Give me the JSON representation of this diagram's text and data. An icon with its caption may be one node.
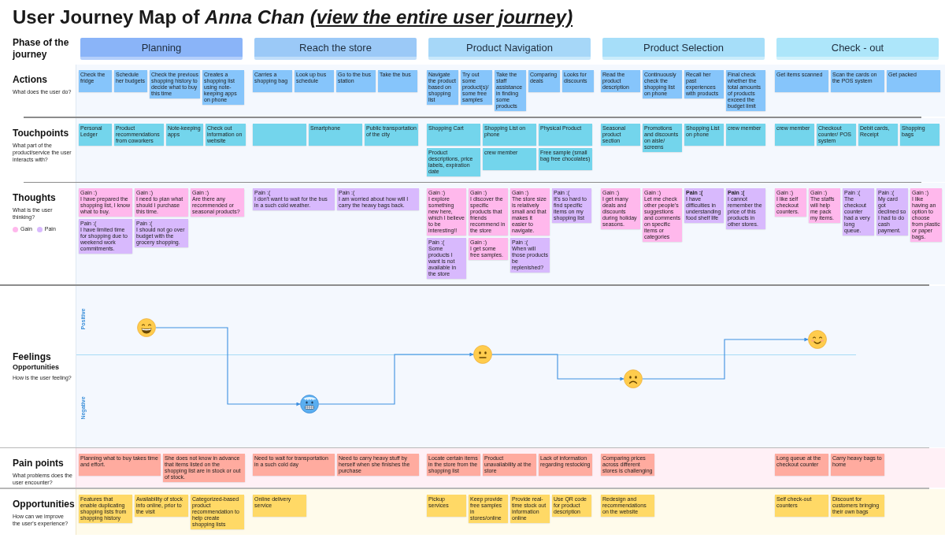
{
  "diagram": {
    "title": "User Journey Map of *Anna Chan*",
    "nodes": [
      {
        "text": [
          "Planning"
        ]
      },
      {
        "text": [
          "Reach the store"
        ]
      },
      {
        "text": [
          "Product Navigation"
        ]
      },
      {
        "text": [
          "Product Selection"
        ]
      },
      {
        "text": [
          "Check - out"
        ]
      },
      {
        "text": [
          "Check the fridge"
        ]
      },
      {
        "text": [
          "Schedule her budgets"
        ]
      },
      {
        "text": [
          "Check the previous shopping history to decide what to buy this time"
        ]
      },
      {
        "text": [
          "Creates a shopping list using note-keeping apps on phone"
        ]
      },
      {
        "text": [
          "Carries a shopping bag"
        ]
      },
      {
        "text": [
          "Look up bus schedule"
        ]
      },
      {
        "text": [
          "Go to the bus station"
        ]
      },
      {
        "text": [
          "Take the bus"
        ]
      },
      {
        "text": [
          "Navigate the product based on shopping list"
        ]
      },
      {
        "text": [
          "Try out some product(s)/ some free samples"
        ]
      },
      {
        "text": [
          "Take the staff assistance in finding some products"
        ]
      },
      {
        "text": [
          "Comparing deals"
        ]
      },
      {
        "text": [
          "Looks for discounts"
        ]
      },
      {
        "text": [
          "Read the product description"
        ]
      },
      {
        "text": [
          "Continuously check the shopping list on phone"
        ]
      },
      {
        "text": [
          "Recall her past experiences with products"
        ]
      },
      {
        "text": [
          "Final check whether the total amounts of products exceed the budget limit"
        ]
      },
      {
        "text": [
          "Get items scanned"
        ]
      },
      {
        "text": [
          "Scan the cards on the POS system"
        ]
      },
      {
        "text": [
          "Get packed"
        ]
      },
      {
        "text": [
          "Personal Ledger"
        ]
      },
      {
        "text": [
          "Product recommendations from coworkers"
        ]
      },
      {
        "text": [
          "Note-keeping apps"
        ]
      },
      {
        "text": [
          "Check out information on website"
        ]
      },
      {
        "text": [],
        "shape": "box"
      },
      {
        "text": [
          "Smartphone"
        ]
      },
      {
        "text": [
          "Public transportation of the city"
        ]
      },
      {
        "text": [
          "Shopping Cart"
        ]
      },
      {
        "text": [
          "Shopping List on phone"
        ]
      },
      {
        "text": [
          "Physical Product"
        ]
      },
      {
        "text": [
          "Product descriptions, price labels, expiration date"
        ]
      },
      {
        "text": [
          "crew member"
        ]
      },
      {
        "text": [
          "Free sample (small bag free chocolates)"
        ]
      },
      {
        "text": [
          "Seasonal product section"
        ]
      },
      {
        "text": [
          "Promotions and discounts on aisle/ screens"
        ]
      },
      {
        "text": [
          "Shopping List on phone"
        ]
      },
      {
        "text": [
          "crew member"
        ]
      },
      {
        "text": [
          "crew member"
        ]
      },
      {
        "text": [
          "Checkout counter/ POS system"
        ]
      },
      {
        "text": [
          "Debit cards, Receipt"
        ]
      },
      {
        "text": [
          "Shopping bags"
        ]
      },
      {
        "text": [
          "Gain :)",
          "I have prepared the shopping list, I know what to buy."
        ]
      },
      {
        "text": [
          "Gain :)",
          "I need to plan what should I purchase this time."
        ]
      },
      {
        "text": [
          "Gain :)",
          "Are there any recommended or seasonal products?"
        ]
      },
      {
        "text": [
          "Pain :(",
          "I have limited time for shopping due to weekend work commitments."
        ]
      },
      {
        "text": [
          "Pain :(",
          "I should not go over budget with the grocery shopping."
        ]
      },
      {
        "text": [
          "Pain :(",
          "I don't want to wait for the bus in a such cold weather."
        ]
      },
      {
        "text": [
          "Pain :(",
          "I am worried about how will I carry the heavy bags back."
        ]
      },
      {
        "text": [
          "Gain :)",
          "I explore something new here, which I believe to be interesting!!"
        ]
      },
      {
        "text": [
          "Gain :)",
          "I discover the specific products that friends recommend in the store"
        ]
      },
      {
        "text": [
          "Gain :)",
          "The store size is relatively small and that makes it easier to navigate."
        ]
      },
      {
        "text": [
          "Pain :(",
          "It's so hard to find specific items on my shopping list"
        ]
      },
      {
        "text": [
          "Pain :(",
          "Some products I want is not available in the store"
        ]
      },
      {
        "text": [
          "Gain :)",
          "I get some free samples."
        ]
      },
      {
        "text": [
          "Pain :(",
          "When will those products be replenished?"
        ]
      },
      {
        "text": [
          "Gain :)",
          "I get many deals and discounts during holiday seasons."
        ]
      },
      {
        "text": [
          "Gain :)",
          "Let me check other people's suggestions and comments on specific items or categories"
        ]
      },
      {
        "text": [
          "Pain :(",
          "I have difficulties in understanding food shelf life"
        ]
      },
      {
        "text": [
          "Pain :(",
          "I cannot remember the price of this products in other stores."
        ]
      },
      {
        "text": [
          "Gain :)",
          "I like self checkout counters."
        ]
      },
      {
        "text": [
          "Gain :)",
          "The staffs will help me pack my items."
        ]
      },
      {
        "text": [
          "Pain :(",
          "The checkout counter had a very long queue."
        ]
      },
      {
        "text": [
          "Pain :(",
          "My card got declined so I had to do cash payment."
        ]
      },
      {
        "text": [
          "Gain :)",
          "I like having an option to choose from plastic or paper bags."
        ]
      },
      {
        "text": [],
        "shape": "face"
      },
      {
        "text": [],
        "shape": "face"
      },
      {
        "text": [],
        "shape": "face"
      },
      {
        "text": [],
        "shape": "face"
      },
      {
        "text": [],
        "shape": "face"
      },
      {
        "text": [
          "Planning what to buy takes time and effort."
        ]
      },
      {
        "text": [
          "She does not know in advance that items listed on the shopping list are in stock or out of stock."
        ]
      },
      {
        "text": [
          "Need to wait for transportation in a such cold day"
        ]
      },
      {
        "text": [
          "Need to carry heavy stuff by herself when she finishes the purchase"
        ]
      },
      {
        "text": [
          "Locate certain items in the store from the shopping list"
        ]
      },
      {
        "text": [
          "Product unavailability at the store"
        ]
      },
      {
        "text": [
          "Lack of information regarding restocking"
        ]
      },
      {
        "text": [
          "Comparing prices across different stores is challenging"
        ]
      },
      {
        "text": [
          "Long queue at the checkout counter"
        ]
      },
      {
        "text": [
          "Carry heavy bags to home"
        ]
      },
      {
        "text": [
          "Features that enable duplicating shopping lists from shopping history"
        ]
      },
      {
        "text": [
          "Availability of stock info online, prior to the visit"
        ]
      },
      {
        "text": [
          "Categorized-based product recommendation to help create shopping lists"
        ]
      },
      {
        "text": [
          "Online delivery service"
        ]
      },
      {
        "text": [
          "Pickup services"
        ]
      },
      {
        "text": [
          "Keep provide free samples in stores/online"
        ]
      },
      {
        "text": [
          "Provide real-time stock out information online"
        ]
      },
      {
        "text": [
          "Use QR code for product description"
        ]
      },
      {
        "text": [
          "Redesign and recommendations on the website"
        ]
      },
      {
        "text": [
          "Self check-out counters"
        ]
      },
      {
        "text": [
          "Discount for customers bringing their own bags"
        ]
      }
    ],
    "edges": [
      {
        "from": 69,
        "to": 70,
        "arrow": "to"
      },
      {
        "from": 70,
        "to": 71,
        "arrow": "to"
      },
      {
        "from": 71,
        "to": 72,
        "arrow": "to"
      },
      {
        "from": 72,
        "to": 73,
        "arrow": "to"
      }
    ],
    "labels": [
      "(view the entire user journey)",
      "Phase of the journey",
      "Actions",
      "What does the user do?",
      "Touchpoints",
      "What part of the product/service the user interacts with?",
      "Thoughts",
      "What is the user thinking?",
      "Positive",
      "Feelings",
      "Opportunities",
      "How is the user feeling?",
      "Negative",
      "Pain points",
      "What problems does the user encounter?",
      "Opportunities",
      "How can we improve the user's experience?"
    ],
    "legend": [
      {
        "text": "Gain",
        "color": "#ffb8ec"
      },
      {
        "text": "Pain",
        "color": "#d8b9fd"
      }
    ]
  }
}
